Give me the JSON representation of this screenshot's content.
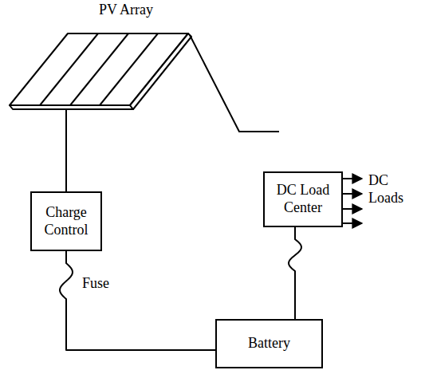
{
  "diagram": {
    "nodes": [
      {
        "text": [
          "PV Array"
        ]
      },
      {
        "text": [
          "Charge Control"
        ]
      },
      {
        "text": [
          "DC Load Center"
        ]
      },
      {
        "text": [
          "Battery"
        ]
      }
    ],
    "edges": [
      {
        "from": 0,
        "to": 1,
        "arrow": "none"
      },
      {
        "from": 1,
        "to": 3,
        "label": "Fuse",
        "arrow": "none"
      },
      {
        "from": 2,
        "to": 3,
        "arrow": "none"
      }
    ],
    "labels": [
      "DC Loads"
    ]
  }
}
